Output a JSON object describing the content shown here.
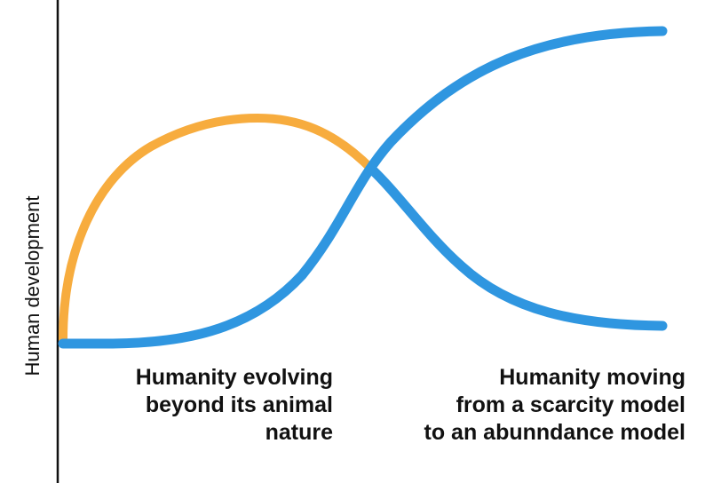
{
  "y_axis_label": "Human development",
  "captions": {
    "left": [
      "Humanity evolving",
      "beyond its animal",
      "nature"
    ],
    "right": [
      "Humanity moving",
      "from a scarcity model",
      "to an abunndance model"
    ]
  },
  "colors": {
    "orange_curve": "#F7AC3E",
    "blue_curve": "#2F96E0",
    "axis": "#111111",
    "text": "#111111"
  }
}
